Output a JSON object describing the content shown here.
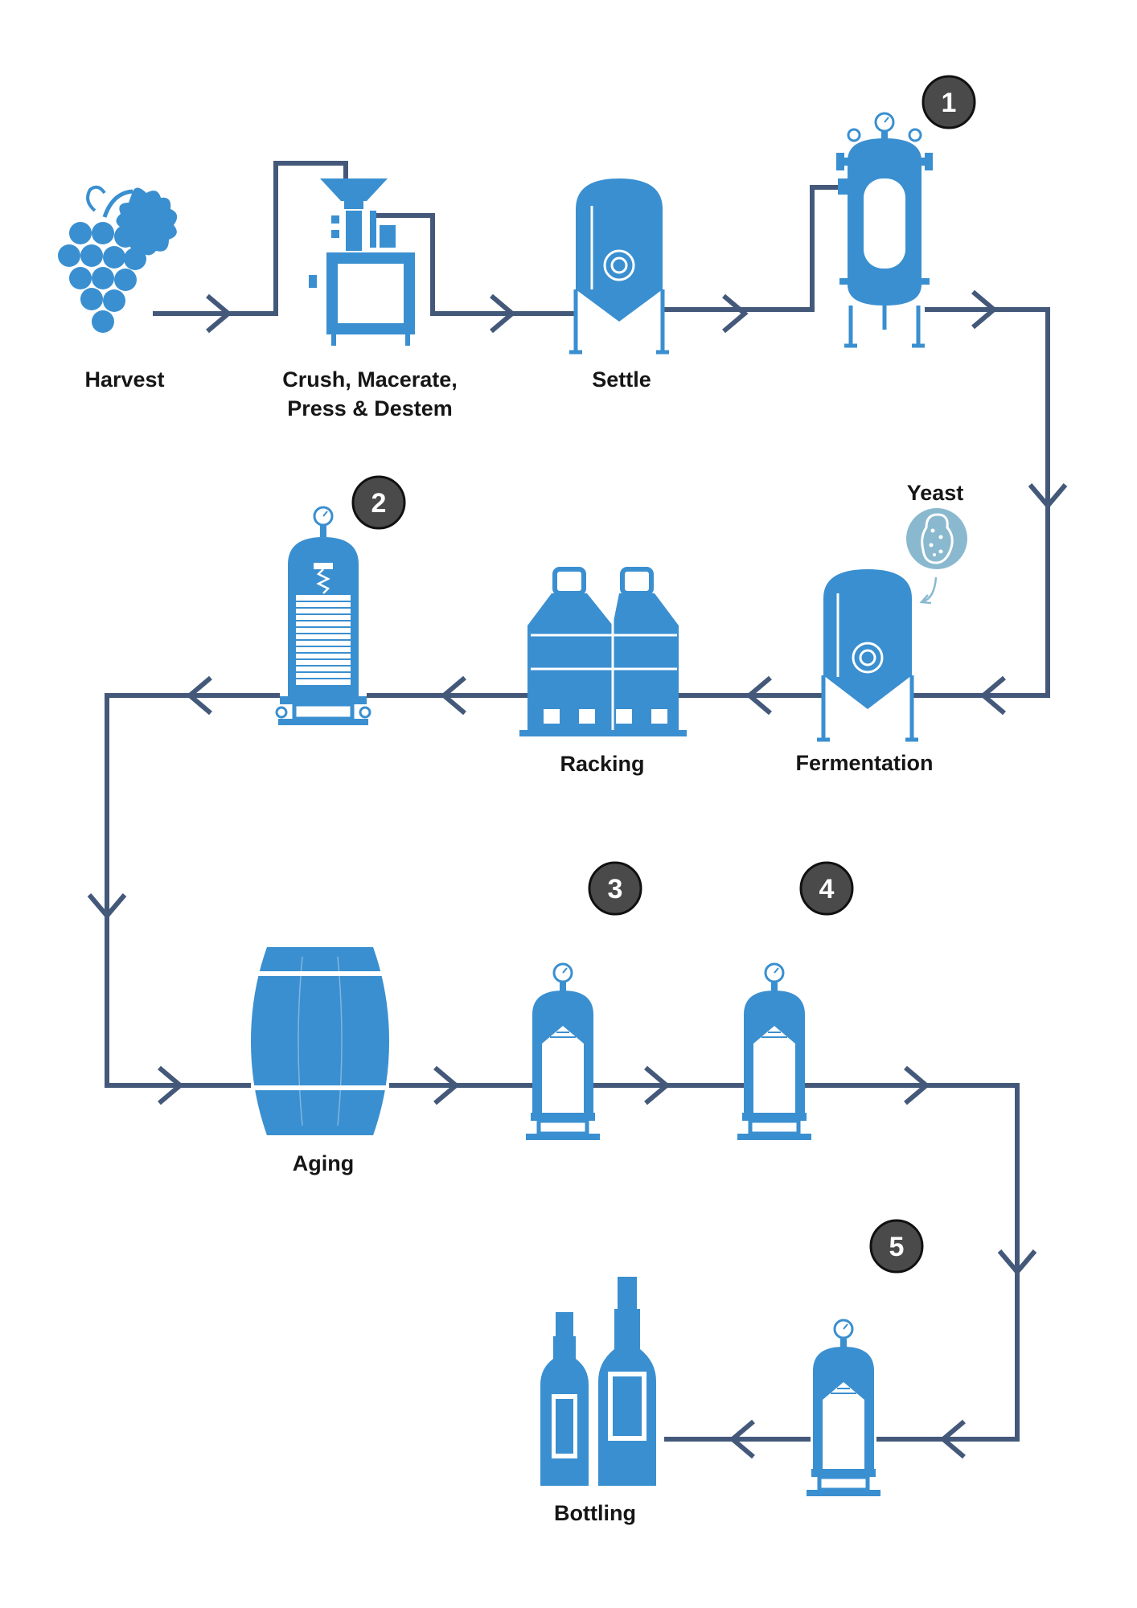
{
  "colors": {
    "equipment": "#3a8fd0",
    "flow_line": "#44597a",
    "badge": "#4a4a4a",
    "yeast": "#8ab9cf",
    "label": "#161616"
  },
  "steps": {
    "harvest": "Harvest",
    "crush_line1": "Crush, Macerate,",
    "crush_line2": "Press & Destem",
    "settle": "Settle",
    "yeast": "Yeast",
    "fermentation": "Fermentation",
    "racking": "Racking",
    "aging": "Aging",
    "bottling": "Bottling"
  },
  "badges": [
    "1",
    "2",
    "3",
    "4",
    "5"
  ],
  "icons": {
    "grapes": "grapes-icon",
    "crusher": "crusher-press-icon",
    "settle_tank": "conical-tank-icon",
    "filter_1": "pressure-vessel-icon",
    "yeast": "yeast-icon",
    "fermenter": "fermentation-tank-icon",
    "racking_tanks": "racking-tanks-icon",
    "filter_2": "plate-filter-icon",
    "barrel": "barrel-icon",
    "filter_3": "cartridge-filter-icon",
    "filter_4": "cartridge-filter-icon",
    "filter_5": "cartridge-filter-icon",
    "bottles": "wine-bottles-icon"
  }
}
